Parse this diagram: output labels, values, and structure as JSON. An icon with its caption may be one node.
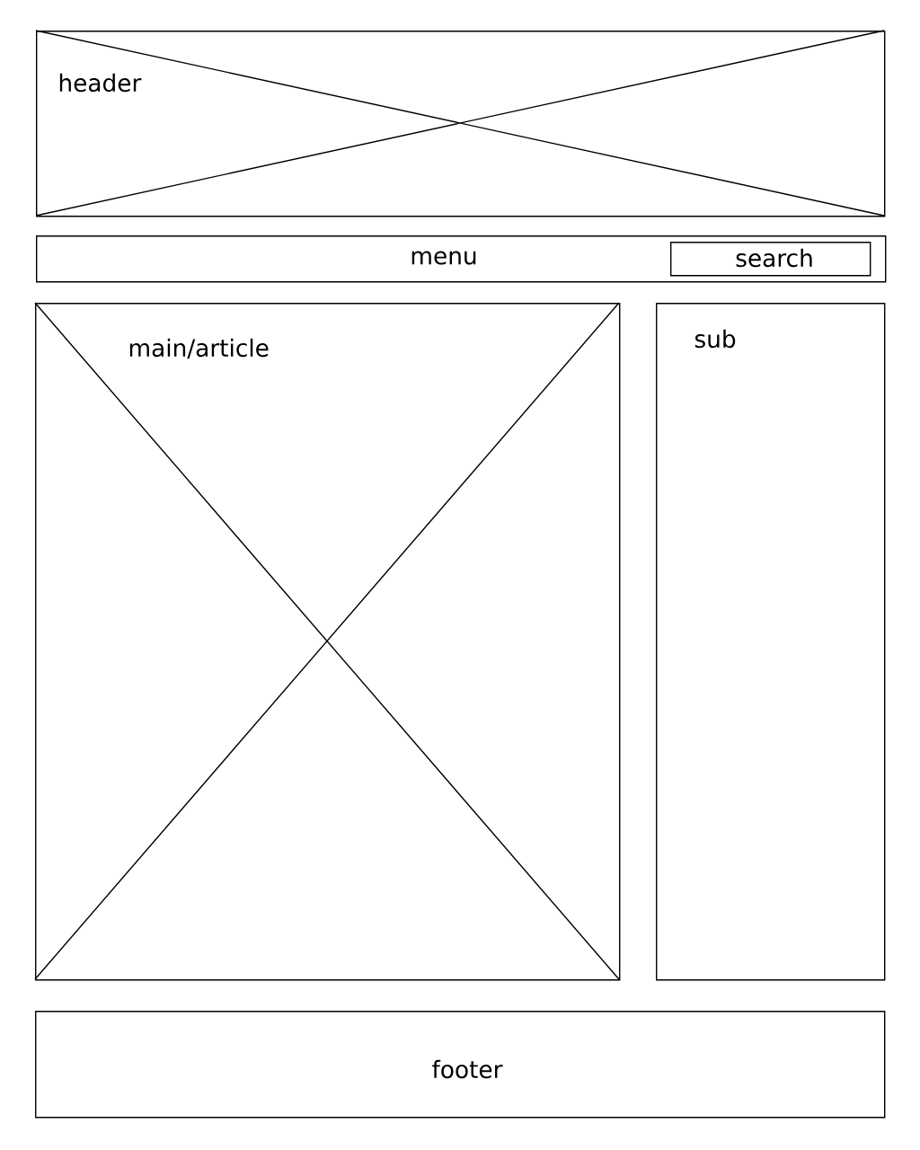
{
  "diagram": {
    "nodes": [
      {
        "text": [
          "header"
        ]
      },
      {
        "text": [
          "menu"
        ]
      },
      {
        "text": [
          "search"
        ],
        "in": 1
      },
      {
        "text": [
          "main/article"
        ]
      },
      {
        "text": [
          "sub"
        ]
      },
      {
        "text": [
          "footer"
        ]
      }
    ]
  }
}
